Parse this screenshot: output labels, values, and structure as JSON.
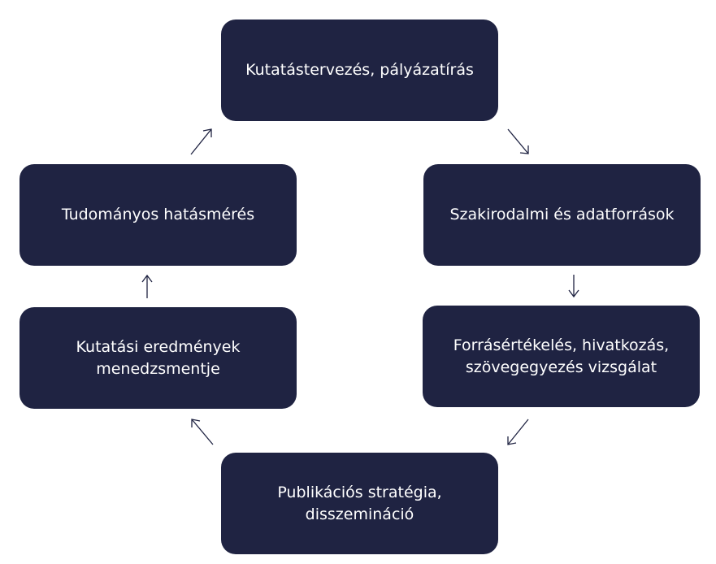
{
  "diagram": {
    "nodes": [
      {
        "label": "Kutatástervezés, pályázatírás"
      },
      {
        "label": "Szakirodalmi és adatforrások"
      },
      {
        "label": "Forrásértékelés, hivatkozás,\nszövegegyezés vizsgálat"
      },
      {
        "label": "Publikációs stratégia,\ndisszemináció"
      },
      {
        "label": "Kutatási eredmények\nmenedzsmentje"
      },
      {
        "label": "Tudományos hatásmérés"
      }
    ],
    "colors": {
      "node_fill": "#1f2342",
      "node_text": "#ffffff",
      "arrow": "#1f2342",
      "background": "#ffffff"
    }
  }
}
